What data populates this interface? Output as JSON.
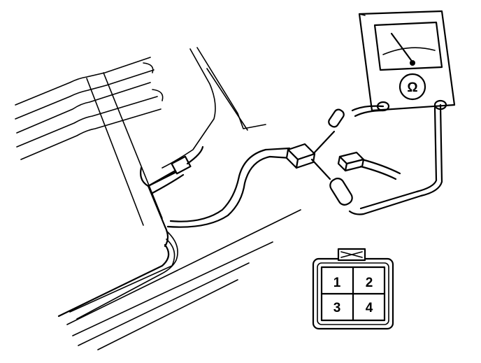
{
  "meter": {
    "unit_symbol": "Ω"
  },
  "connector": {
    "terminals": [
      {
        "label": "1"
      },
      {
        "label": "2"
      },
      {
        "label": "3"
      },
      {
        "label": "4"
      }
    ]
  },
  "icons": [
    "ohmmeter-icon",
    "connector-face-icon",
    "probe-icon"
  ]
}
